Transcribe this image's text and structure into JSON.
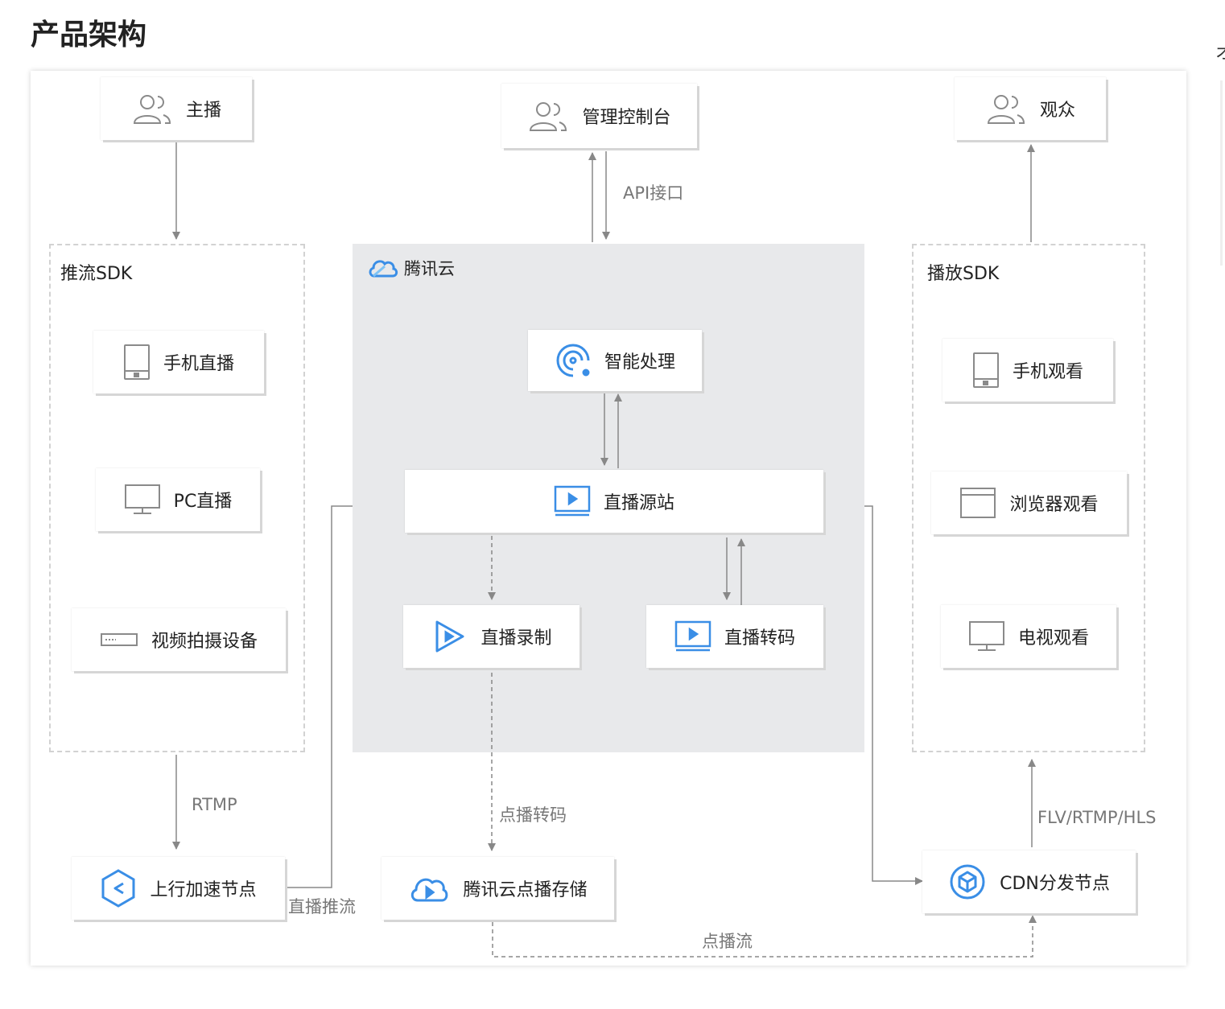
{
  "page_title": "产品架构",
  "colors": {
    "accent": "#3a8ee6",
    "gray_icon": "#8a8a8a",
    "line": "#888888",
    "cloud_panel": "#e8e9eb"
  },
  "actors": {
    "anchor": {
      "label": "主播",
      "icon": "users-icon"
    },
    "console": {
      "label": "管理控制台",
      "icon": "users-icon"
    },
    "audience": {
      "label": "观众",
      "icon": "users-icon"
    }
  },
  "push_sdk": {
    "title": "推流SDK",
    "items": [
      {
        "label": "手机直播",
        "icon": "phone-icon"
      },
      {
        "label": "PC直播",
        "icon": "monitor-icon"
      },
      {
        "label": "视频拍摄设备",
        "icon": "camera-device-icon"
      }
    ]
  },
  "tencent_cloud": {
    "brand": "腾讯云",
    "smart": "智能处理",
    "origin": "直播源站",
    "record": "直播录制",
    "transcode": "直播转码"
  },
  "play_sdk": {
    "title": "播放SDK",
    "items": [
      {
        "label": "手机观看",
        "icon": "phone-icon"
      },
      {
        "label": "浏览器观看",
        "icon": "browser-icon"
      },
      {
        "label": "电视观看",
        "icon": "tv-icon"
      }
    ]
  },
  "bottom_nodes": {
    "uplink": "上行加速节点",
    "vod_storage": "腾讯云点播存储",
    "cdn": "CDN分发节点"
  },
  "edge_labels": {
    "api": "API接口",
    "rtmp": "RTMP",
    "live_push": "直播推流",
    "vod_transcode": "点播转码",
    "vod_stream": "点播流",
    "protocols": "FLV/RTMP/HLS"
  }
}
